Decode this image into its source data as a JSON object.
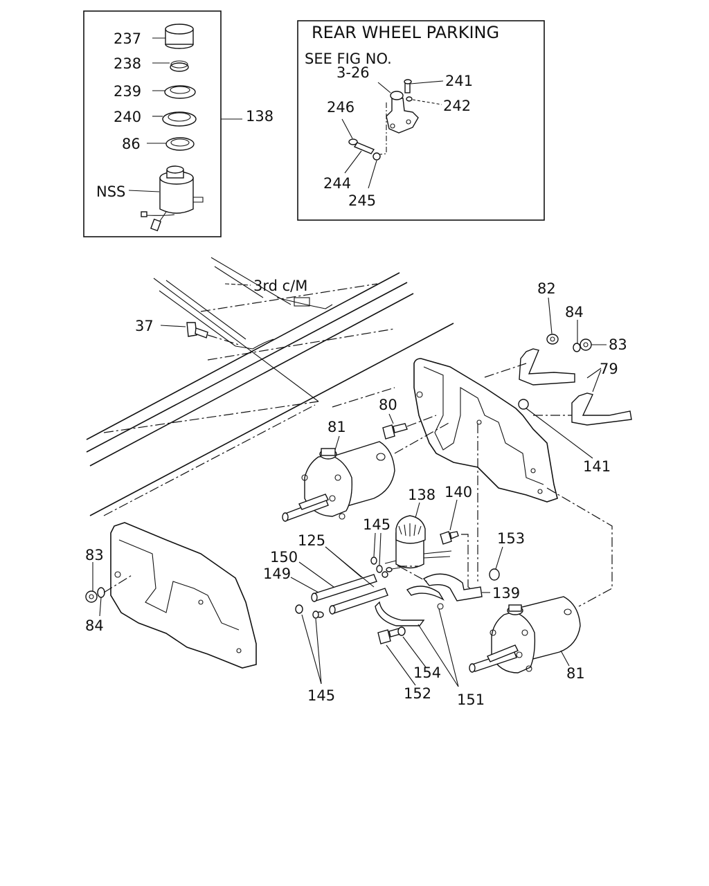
{
  "inset_reservoir": {
    "assembly_number": "138",
    "parts": [
      "237",
      "238",
      "239",
      "240",
      "86"
    ],
    "nss_label": "NSS"
  },
  "inset_parking": {
    "title": "REAR WHEEL PARKING",
    "see_fig": "SEE FIG NO.",
    "fig_number": "3-26",
    "parts": [
      "241",
      "242",
      "246",
      "244",
      "245"
    ]
  },
  "main": {
    "crossmember_label": "3rd c/M",
    "callouts": {
      "c37": "37",
      "c82": "82",
      "c84_top": "84",
      "c83_top": "83",
      "c79": "79",
      "c80": "80",
      "c81_top": "81",
      "c141": "141",
      "c138": "138",
      "c140": "140",
      "c145_top": "145",
      "c125": "125",
      "c150": "150",
      "c149": "149",
      "c153": "153",
      "c83_left": "83",
      "c84_left": "84",
      "c139": "139",
      "c154": "154",
      "c152": "152",
      "c151": "151",
      "c145_bottom": "145",
      "c81_bottom": "81"
    }
  }
}
